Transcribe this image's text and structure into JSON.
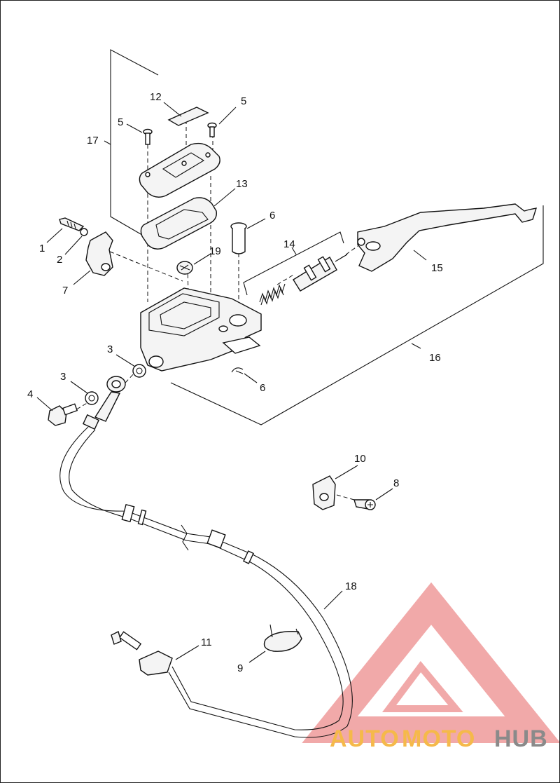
{
  "callouts": [
    {
      "id": "c1",
      "text": "1"
    },
    {
      "id": "c2",
      "text": "2"
    },
    {
      "id": "c3a",
      "text": "3"
    },
    {
      "id": "c3b",
      "text": "3"
    },
    {
      "id": "c4",
      "text": "4"
    },
    {
      "id": "c5a",
      "text": "5"
    },
    {
      "id": "c5b",
      "text": "5"
    },
    {
      "id": "c6a",
      "text": "6"
    },
    {
      "id": "c6b",
      "text": "6"
    },
    {
      "id": "c7",
      "text": "7"
    },
    {
      "id": "c8",
      "text": "8"
    },
    {
      "id": "c9",
      "text": "9"
    },
    {
      "id": "c10",
      "text": "10"
    },
    {
      "id": "c11",
      "text": "11"
    },
    {
      "id": "c12",
      "text": "12"
    },
    {
      "id": "c13",
      "text": "13"
    },
    {
      "id": "c14",
      "text": "14"
    },
    {
      "id": "c15",
      "text": "15"
    },
    {
      "id": "c16",
      "text": "16"
    },
    {
      "id": "c17",
      "text": "17"
    },
    {
      "id": "c18",
      "text": "18"
    },
    {
      "id": "c19",
      "text": "19"
    }
  ],
  "watermark": {
    "part1": "AUTO",
    "part2": "MOTO",
    "part3": "HUB",
    "color_primary": "#f0a0a0",
    "color_accent": "#f5b94a",
    "color_dark": "#8a8a8a"
  }
}
